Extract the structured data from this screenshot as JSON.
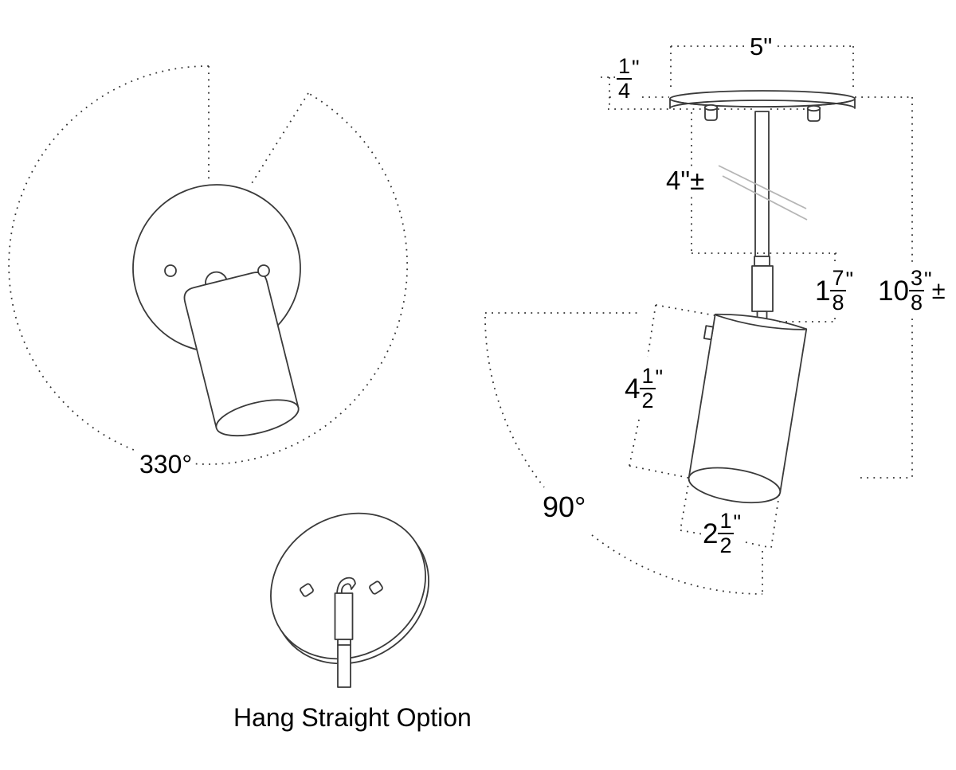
{
  "front_view": {
    "rotation_angle": "330°"
  },
  "side_view": {
    "canopy_diameter": {
      "whole": "5",
      "unit": "\""
    },
    "canopy_thickness": {
      "num": "1",
      "den": "4",
      "unit": "\""
    },
    "stem_length": {
      "whole": "4",
      "unit": "\"",
      "pm": "±"
    },
    "swivel_height": {
      "whole": "1",
      "num": "7",
      "den": "8",
      "unit": "\""
    },
    "overall_height": {
      "whole": "10",
      "num": "3",
      "den": "8",
      "unit": "\"",
      "pm": "±"
    },
    "head_length": {
      "whole": "4",
      "num": "1",
      "den": "2",
      "unit": "\""
    },
    "head_diameter": {
      "whole": "2",
      "num": "1",
      "den": "2",
      "unit": "\""
    },
    "tilt_angle": "90°"
  },
  "hang_straight": {
    "caption": "Hang Straight Option"
  },
  "colors": {
    "background": "#ffffff",
    "line": "#3a3a3a",
    "dotted": "#333333",
    "break_mark": "#b5b5b5",
    "text": "#000000"
  }
}
